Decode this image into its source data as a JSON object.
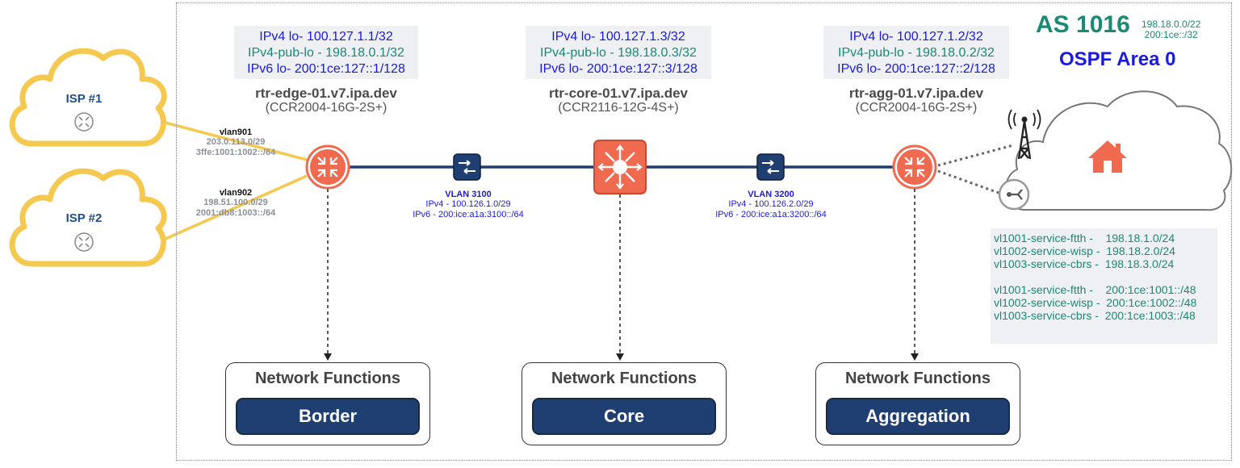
{
  "as": {
    "number": "AS 1016",
    "prefix_v4": "198.18.0.0/22",
    "prefix_v6": "200:1ce::/32",
    "ospf": "OSPF Area 0"
  },
  "routers": [
    {
      "lo4": "IPv4 lo- 100.127.1.1/32",
      "pub": "IPv4-pub-lo - 198.18.0.1/32",
      "lo6": "IPv6 lo- 200:1ce:127::1/128",
      "name": "rtr-edge-01.v7.ipa.dev",
      "model": "(CCR2004-16G-2S+)"
    },
    {
      "lo4": "IPv4 lo- 100.127.1.3/32",
      "pub": "IPv4-pub-lo - 198.18.0.3/32",
      "lo6": "IPv6 lo- 200:1ce:127::3/128",
      "name": "rtr-core-01.v7.ipa.dev",
      "model": "(CCR2116-12G-4S+)"
    },
    {
      "lo4": "IPv4 lo- 100.127.1.2/32",
      "pub": "IPv4-pub-lo - 198.18.0.2/32",
      "lo6": "IPv6 lo- 200:1ce:127::2/128",
      "name": "rtr-agg-01.v7.ipa.dev",
      "model": "(CCR2004-16G-2S+)"
    }
  ],
  "isps": [
    {
      "label": "ISP #1",
      "vlan": "vlan901",
      "v4": "203.0.113.0/29",
      "v6": "3ffe:1001:1002::/64"
    },
    {
      "label": "ISP #2",
      "vlan": "vlan902",
      "v4": "198.51.100.0/29",
      "v6": "2001:db8:1003::/64"
    }
  ],
  "transit": [
    {
      "vlan": "VLAN 3100",
      "v4": "IPv4 - 100.126.1.0/29",
      "v6": "IPv6 - 200:ice:a1a:3100::/64"
    },
    {
      "vlan": "VLAN 3200",
      "v4": "IPv4 - 100.126.2.0/29",
      "v6": "IPv6 - 200:ice:a1a:3200::/64"
    }
  ],
  "services": {
    "v4": [
      "vl1001-service-ftth -    198.18.1.0/24",
      "vl1002-service-wisp -  198.18.2.0/24",
      "vl1003-service-cbrs -  198.18.3.0/24"
    ],
    "v6": [
      "vl1001-service-ftth -    200:1ce:1001::/48",
      "vl1002-service-wisp -  200:1ce:1002::/48",
      "vl1003-service-cbrs -  200:1ce:1003::/48"
    ]
  },
  "functions": {
    "title": "Network Functions",
    "items": [
      "Border",
      "Core",
      "Aggregation"
    ]
  },
  "colors": {
    "router": "#f06a4f",
    "link": "#1f3f73",
    "cloud_isp": "#f5c850",
    "ospf": "#1a1ae0",
    "green": "#1a8a74"
  }
}
